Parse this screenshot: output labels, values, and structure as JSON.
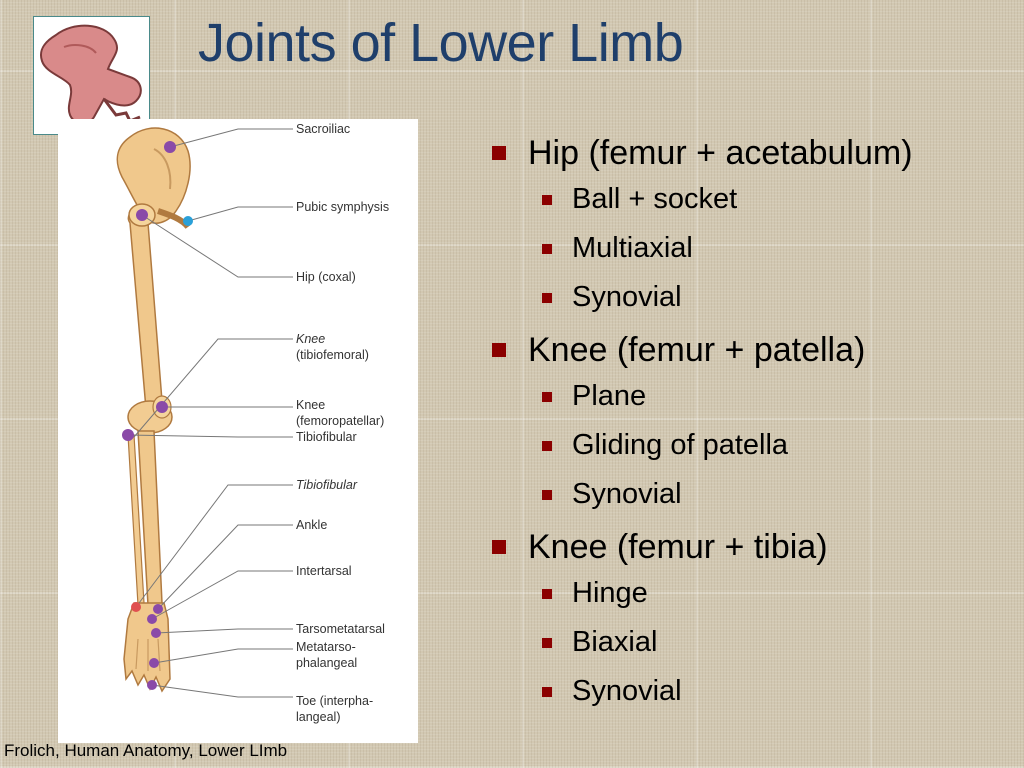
{
  "slide": {
    "title": "Joints of Lower Limb",
    "caption": "Frolich, Human Anatomy, Lower LImb"
  },
  "figure": {
    "labels": [
      {
        "l1": "Sacroiliac",
        "l2": ""
      },
      {
        "l1": "Pubic symphysis",
        "l2": ""
      },
      {
        "l1": "Hip (coxal)",
        "l2": ""
      },
      {
        "l1": "Knee",
        "l2": "(tibiofemoral)"
      },
      {
        "l1": "Knee",
        "l2": "(femoropatellar)"
      },
      {
        "l1": "Tibiofibular",
        "l2": ""
      },
      {
        "l1": "Tibiofibular",
        "l2": ""
      },
      {
        "l1": "Ankle",
        "l2": ""
      },
      {
        "l1": "Intertarsal",
        "l2": ""
      },
      {
        "l1": "Tarsometatarsal",
        "l2": ""
      },
      {
        "l1": "Metatarso-",
        "l2": "phalangeal"
      },
      {
        "l1": "Toe (interpha-",
        "l2": "langeal)"
      }
    ]
  },
  "bullets": [
    {
      "text": "Hip (femur + acetabulum)",
      "subs": [
        "Ball + socket",
        "Multiaxial",
        "Synovial"
      ]
    },
    {
      "text": "Knee (femur + patella)",
      "subs": [
        "Plane",
        "Gliding of patella",
        "Synovial"
      ]
    },
    {
      "text": "Knee (femur + tibia)",
      "subs": [
        "Hinge",
        "Biaxial",
        "Synovial"
      ]
    }
  ],
  "colors": {
    "title": "#1f3f6b",
    "bullet": "#8b0000",
    "bone": "#f0c88c",
    "joint": "#8a4aa8",
    "background": "#d2c8b2"
  },
  "icons": {
    "logo": "bone-logo-icon",
    "bullet": "square-bullet-icon"
  }
}
